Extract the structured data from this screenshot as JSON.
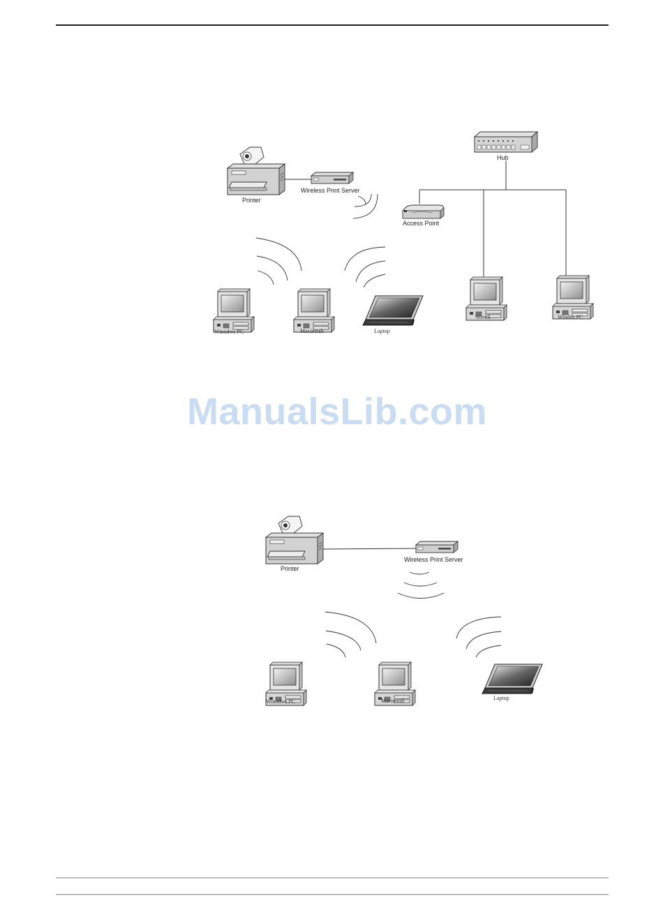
{
  "watermark": "ManualsLib.com",
  "diagram1": {
    "printer": "Printer",
    "print_server": "Wireless Print Server",
    "hub": "Hub",
    "access_point": "Access Point",
    "windows_pc": "Winodws PC",
    "macintosh": "Macintosh",
    "laptop": "Laptop",
    "novell": "Novell",
    "windows_pc_right": "Windos PC"
  },
  "diagram2": {
    "printer": "Printer",
    "print_server": "Wireless Print Server",
    "windows_pc": "Winodws PC",
    "macintosh": "Macintosh",
    "laptop": "Laptop"
  }
}
